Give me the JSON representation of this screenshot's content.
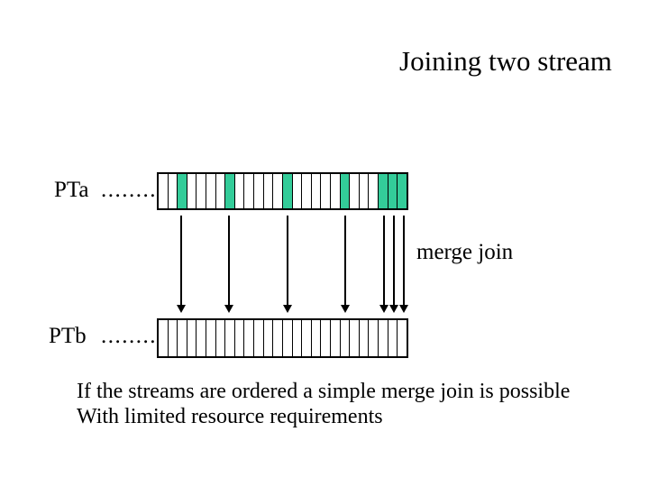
{
  "title": "Joining two stream",
  "stream_a": {
    "label": "PTa",
    "dots": "........",
    "cell_count": 26,
    "cells": [
      "white",
      "white",
      "teal",
      "white",
      "white",
      "white",
      "white",
      "teal",
      "white",
      "white",
      "white",
      "white",
      "white",
      "teal",
      "white",
      "white",
      "white",
      "white",
      "white",
      "teal",
      "white",
      "white",
      "white",
      "teal",
      "teal",
      "teal"
    ]
  },
  "stream_b": {
    "label": "PTb",
    "dots": "........",
    "cell_count": 26,
    "cells": [
      "white",
      "white",
      "white",
      "white",
      "white",
      "white",
      "white",
      "white",
      "white",
      "white",
      "white",
      "white",
      "white",
      "white",
      "white",
      "white",
      "white",
      "white",
      "white",
      "white",
      "white",
      "white",
      "white",
      "white",
      "white",
      "white"
    ]
  },
  "arrows": {
    "description": "one arrow descends from each teal cell of PTa to PTb",
    "count": 7
  },
  "merge_label": "merge join",
  "caption": {
    "line1": "If the streams are ordered a simple merge join is possible",
    "line2": "With limited resource requirements"
  },
  "colors": {
    "teal": "#33CC99",
    "cell_white": "#FFFFFF",
    "line_black": "#000000",
    "background": "#FFFFFF"
  }
}
